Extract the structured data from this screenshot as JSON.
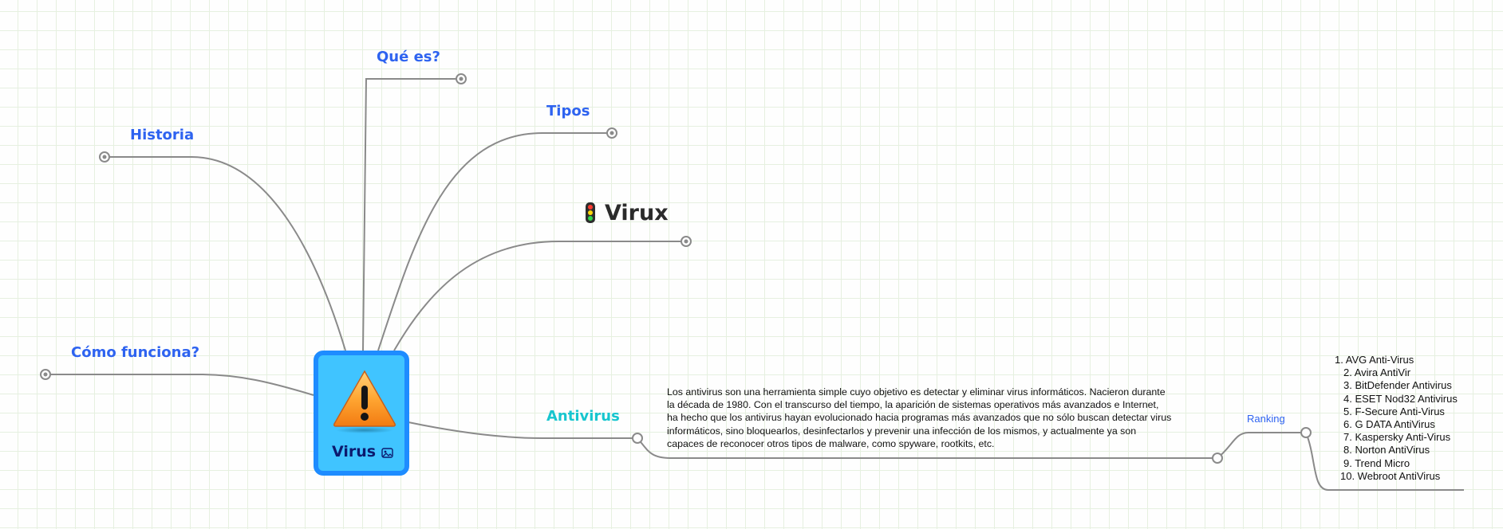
{
  "mindmap": {
    "central": {
      "label": "Virus",
      "icon": "warning-triangle-icon",
      "attachment_icon": "image-icon",
      "colors": {
        "border": "#1e8cff",
        "fill": "#40c4ff",
        "text": "#0c1a6e"
      }
    },
    "topics": [
      {
        "id": "que-es",
        "label": "Qué es?"
      },
      {
        "id": "historia",
        "label": "Historia"
      },
      {
        "id": "tipos",
        "label": "Tipos"
      },
      {
        "id": "virux",
        "label": "Virux",
        "icon": "traffic-light-icon"
      },
      {
        "id": "como-funciona",
        "label": "Cómo funciona?"
      },
      {
        "id": "antivirus",
        "label": "Antivirus"
      }
    ],
    "antivirus": {
      "note": "Los antivirus son una herramienta simple cuyo objetivo es detectar y eliminar virus informáticos. Nacieron durante la década de 1980.  Con el transcurso del tiempo, la aparición de sistemas operativos más avanzados e Internet, ha hecho que los antivirus hayan evolucionado hacia programas más avanzados que no sólo buscan detectar virus informáticos, sino bloquearlos, desinfectarlos y prevenir una infección de los mismos, y actualmente ya son capaces de reconocer otros tipos de malware, como spyware, rootkits, etc.",
      "note_lines": [
        "Los antivirus son una herramienta simple cuyo objetivo es detectar y eliminar virus informáticos. Nacieron durante",
        "la década de 1980.  Con el transcurso del tiempo, la aparición de sistemas operativos más avanzados e Internet,",
        "ha hecho que los antivirus hayan evolucionado hacia programas más avanzados que no sólo buscan detectar virus",
        "informáticos, sino bloquearlos, desinfectarlos y prevenir una infección de los mismos, y actualmente ya son",
        "capaces de reconocer otros tipos de malware, como spyware, rootkits, etc."
      ],
      "ranking_label": "Ranking",
      "ranking": [
        "1. AVG Anti-Virus",
        "2. Avira AntiVir",
        "3. BitDefender Antivirus",
        "4. ESET Nod32 Antivirus",
        "5. F-Secure Anti-Virus",
        "6. G DATA AntiVirus",
        "7. Kaspersky Anti-Virus",
        "8. Norton AntiVirus",
        "9. Trend Micro",
        "10. Webroot AntiVirus"
      ]
    },
    "colors": {
      "topic_text": "#2e63f0",
      "antivirus_text": "#17c6cf",
      "branch_line": "#8a8a8a",
      "grid_line": "#e6f0e0"
    }
  }
}
